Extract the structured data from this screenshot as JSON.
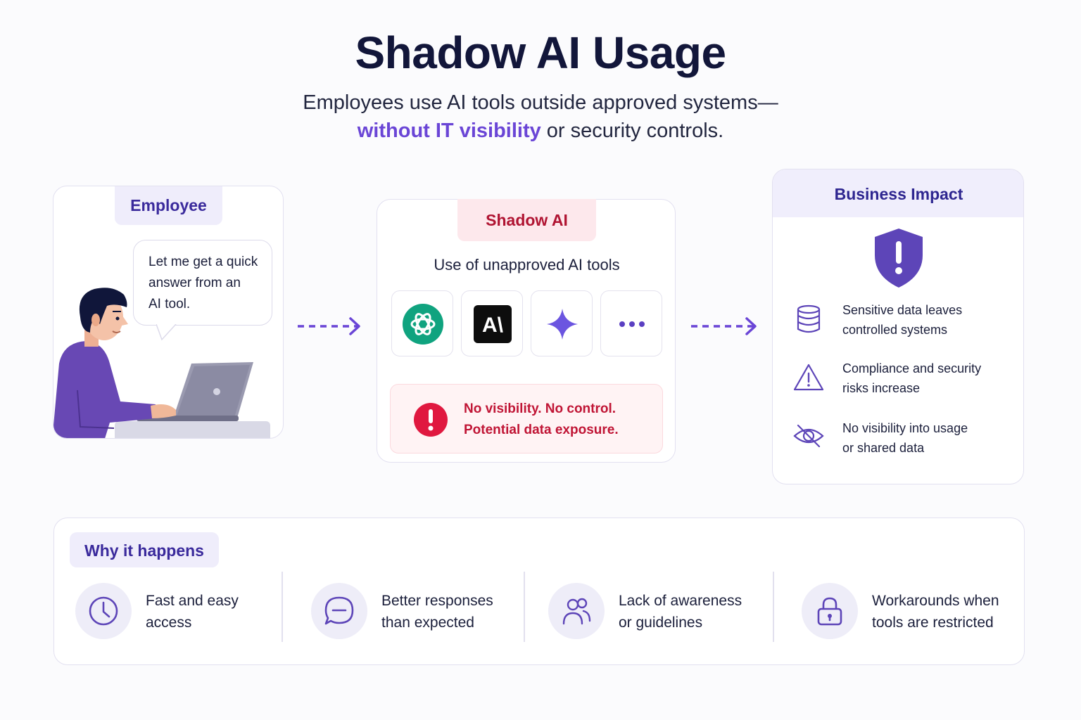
{
  "title": "Shadow AI Usage",
  "subtitle": {
    "line1": "Employees use AI tools outside approved systems—",
    "accent": "without IT visibility",
    "line2_rest": " or security controls."
  },
  "employee": {
    "label": "Employee",
    "speech": [
      "Let me get a quick",
      "answer from an",
      "AI tool."
    ]
  },
  "shadow_ai": {
    "label": "Shadow AI",
    "description": "Use of unapproved AI tools",
    "tools": [
      {
        "name": "chatgpt-icon"
      },
      {
        "name": "anthropic-icon",
        "text": "A\\"
      },
      {
        "name": "sparkle-icon"
      },
      {
        "name": "more-icon"
      }
    ],
    "warning": [
      "No visibility. No control.",
      "Potential data exposure."
    ]
  },
  "impact": {
    "label": "Business Impact",
    "items": [
      {
        "icon": "database-icon",
        "lines": [
          "Sensitive data leaves",
          "controlled systems"
        ]
      },
      {
        "icon": "warning-triangle-icon",
        "lines": [
          "Compliance and security",
          "risks increase"
        ]
      },
      {
        "icon": "eye-off-icon",
        "lines": [
          "No visibility into usage",
          "or shared data"
        ]
      }
    ]
  },
  "why": {
    "label": "Why it happens",
    "items": [
      {
        "icon": "clock-icon",
        "lines": [
          "Fast and easy",
          "access"
        ]
      },
      {
        "icon": "chat-bubble-icon",
        "lines": [
          "Better responses",
          "than expected"
        ]
      },
      {
        "icon": "users-icon",
        "lines": [
          "Lack of awareness",
          "or guidelines"
        ]
      },
      {
        "icon": "lock-icon",
        "lines": [
          "Workarounds when",
          "tools are restricted"
        ]
      }
    ]
  },
  "colors": {
    "accent": "#6a45d6",
    "danger": "#c01535",
    "navy": "#12163a",
    "chatgpt": "#10a37f"
  }
}
